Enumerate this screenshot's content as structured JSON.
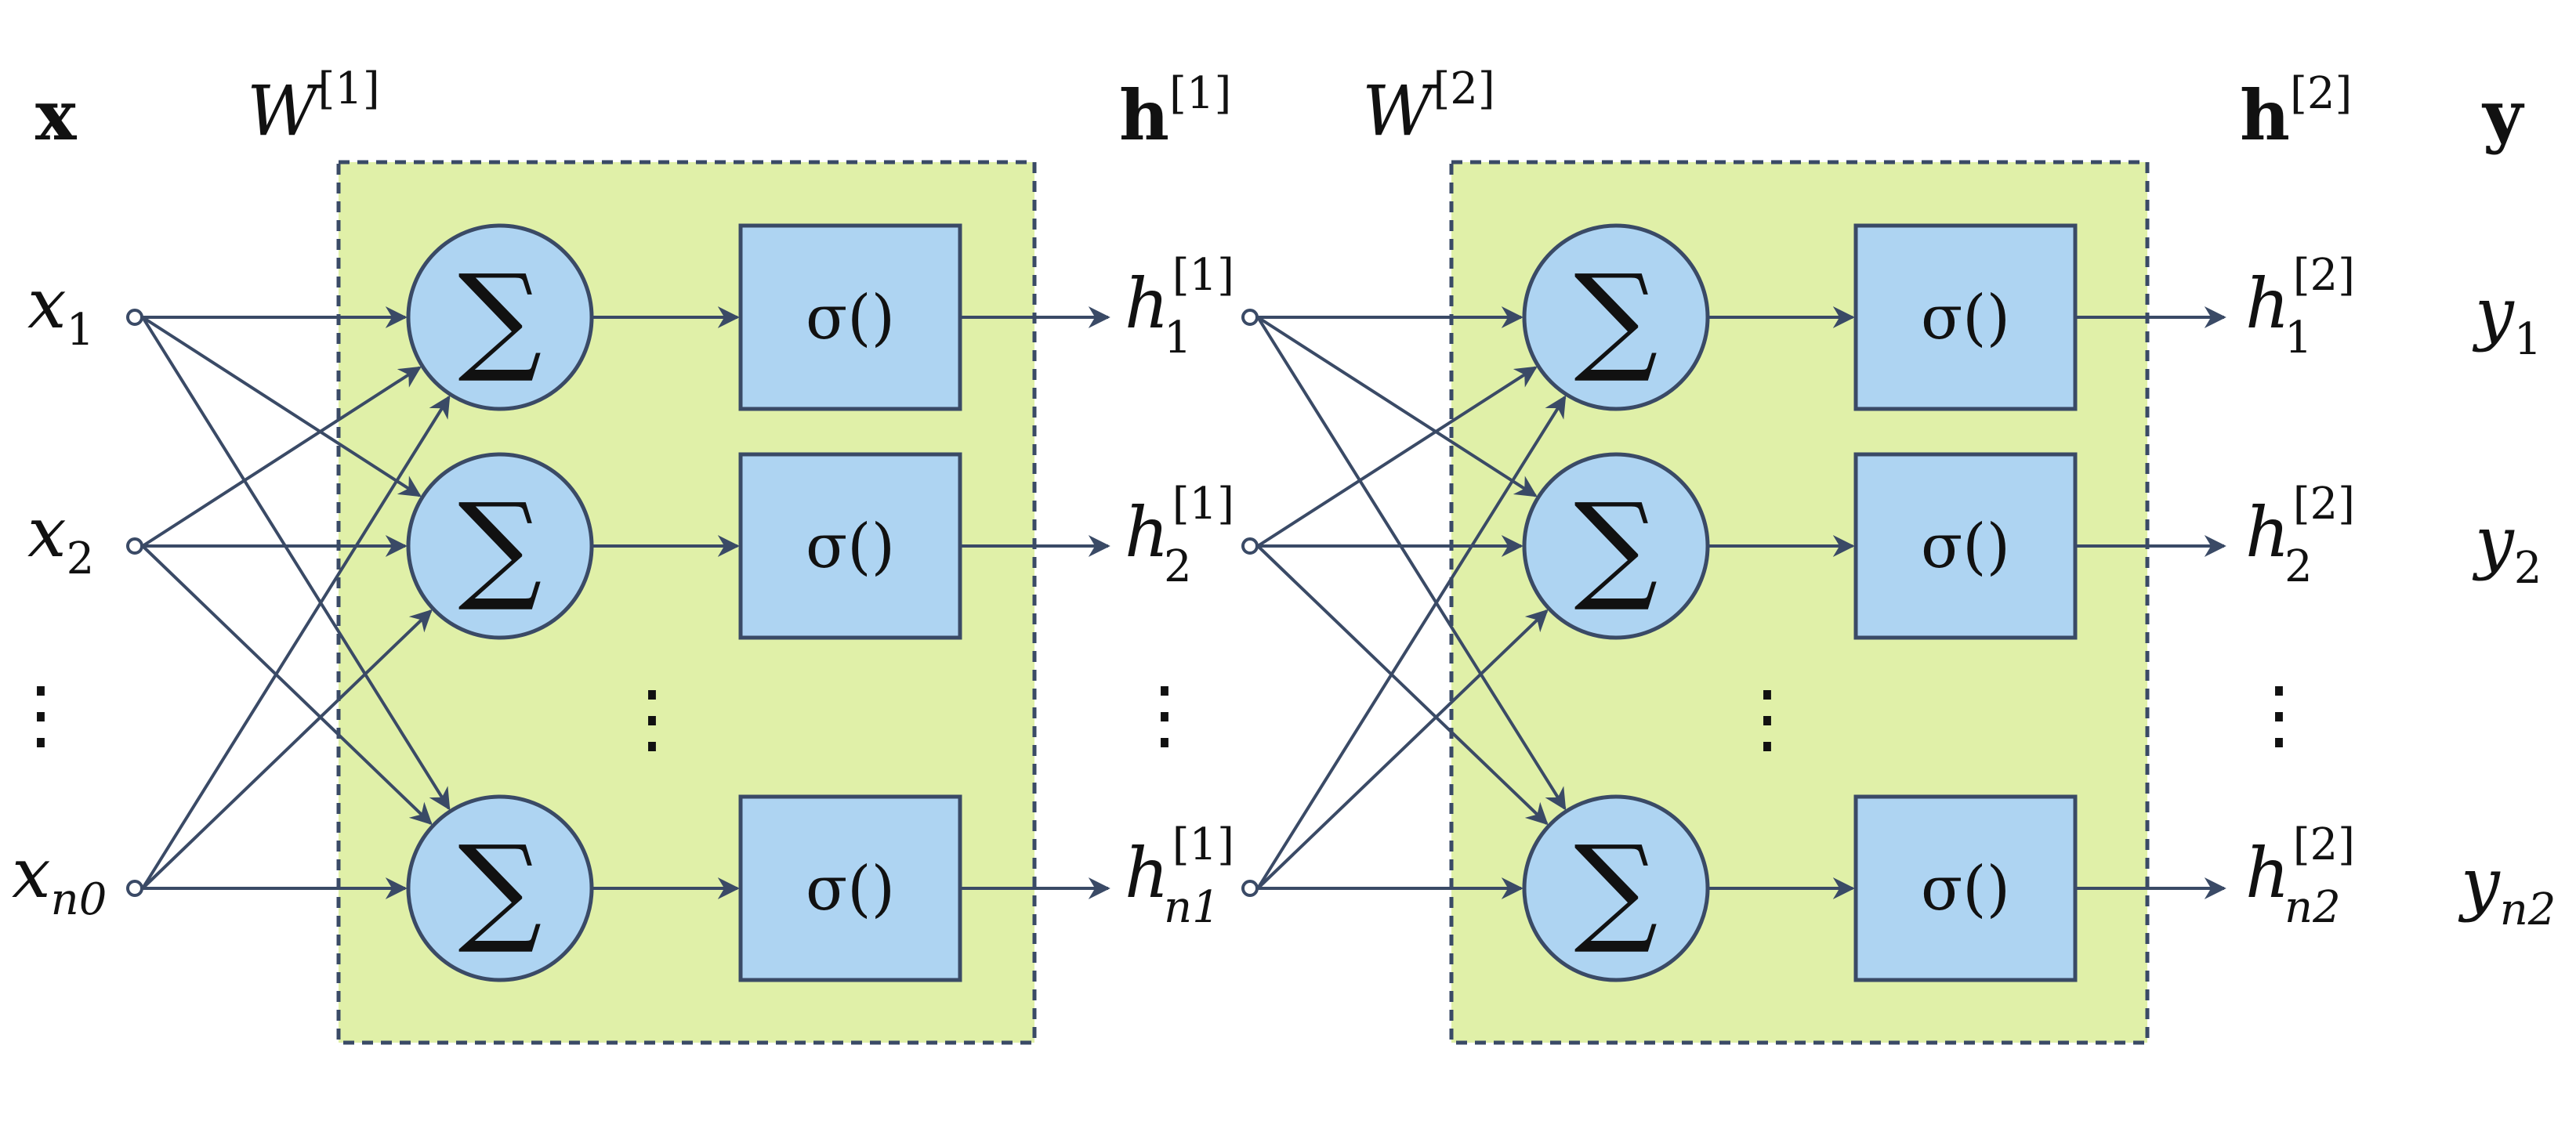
{
  "input_vector": {
    "label": "x",
    "items": [
      {
        "base": "x",
        "sub": "1"
      },
      {
        "base": "x",
        "sub": "2"
      },
      {
        "base": "x",
        "sub": "n0"
      }
    ]
  },
  "layers": [
    {
      "weight_label": {
        "base": "W",
        "sup": "[1]"
      },
      "output_label": {
        "base": "h",
        "sup": "[1]"
      },
      "sum_symbol": "∑",
      "activation": "σ()",
      "outputs": [
        {
          "base": "h",
          "sub": "1",
          "sup": "[1]"
        },
        {
          "base": "h",
          "sub": "2",
          "sup": "[1]"
        },
        {
          "base": "h",
          "sub": "n1",
          "sup": "[1]"
        }
      ]
    },
    {
      "weight_label": {
        "base": "W",
        "sup": "[2]"
      },
      "output_label": {
        "base": "h",
        "sup": "[2]"
      },
      "sum_symbol": "∑",
      "activation": "σ()",
      "outputs": [
        {
          "base": "h",
          "sub": "1",
          "sup": "[2]"
        },
        {
          "base": "h",
          "sub": "2",
          "sup": "[2]"
        },
        {
          "base": "h",
          "sub": "n2",
          "sup": "[2]"
        }
      ]
    }
  ],
  "output_vector": {
    "label": "y",
    "items": [
      {
        "base": "y",
        "sub": "1"
      },
      {
        "base": "y",
        "sub": "2"
      },
      {
        "base": "y",
        "sub": "n2"
      }
    ]
  },
  "ellipsis": "⋮",
  "colors": {
    "layer_fill": "#e0f0a8",
    "layer_border": "#3a4a66",
    "node_fill": "#aed4f2",
    "node_stroke": "#3a4a66",
    "arrow": "#3a4a66"
  }
}
